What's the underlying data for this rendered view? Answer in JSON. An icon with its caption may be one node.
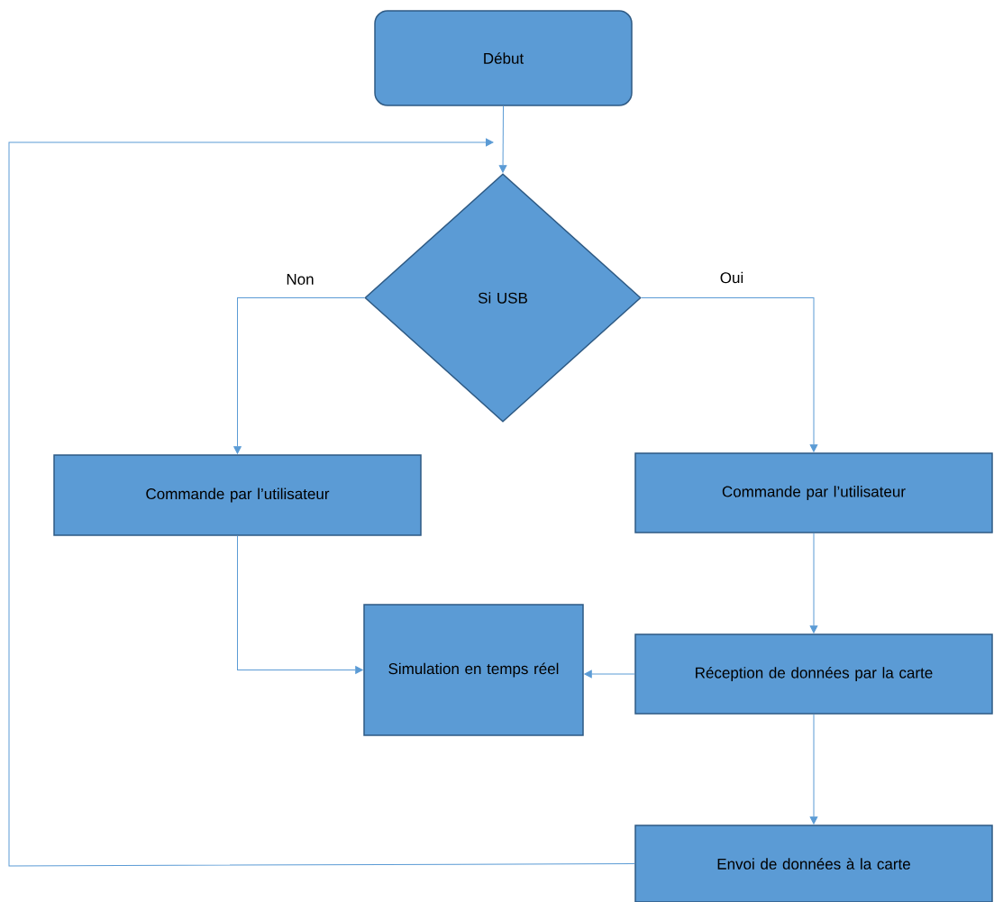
{
  "diagram": {
    "nodes": [
      {
        "text": [
          "Début"
        ]
      },
      {
        "text": [
          "Si USB"
        ]
      },
      {
        "text": [
          "Commande par l’utilisateur"
        ]
      },
      {
        "text": [
          "Commande par l’utilisateur"
        ]
      },
      {
        "text": [
          "Simulation en temps réel"
        ]
      },
      {
        "text": [
          "Réception de données par la carte"
        ]
      },
      {
        "text": [
          "Envoi de données à la carte"
        ]
      }
    ],
    "edges": [
      {
        "from": 0,
        "to": 1,
        "arrow": "to"
      },
      {
        "from": 1,
        "to": 2,
        "arrow": "to",
        "label": "Non"
      },
      {
        "from": 1,
        "to": 3,
        "arrow": "to",
        "label": "Oui"
      },
      {
        "from": 2,
        "to": 4,
        "arrow": "to"
      },
      {
        "from": 3,
        "to": 5,
        "arrow": "to"
      },
      {
        "from": 5,
        "to": 4,
        "arrow": "to"
      },
      {
        "from": 5,
        "to": 6,
        "arrow": "to"
      },
      {
        "from": 6,
        "to": 1,
        "arrow": "to"
      }
    ]
  }
}
